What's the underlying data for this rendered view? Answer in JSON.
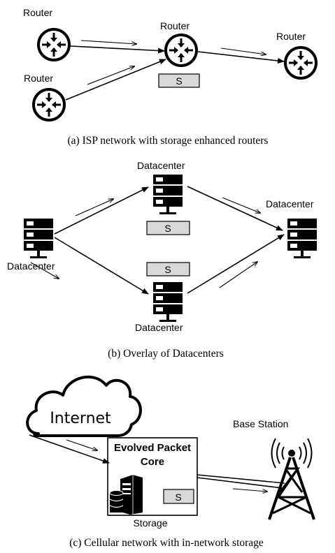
{
  "panel_a": {
    "router_label": "Router",
    "storage_label": "S",
    "caption": "(a) ISP network with storage enhanced routers"
  },
  "panel_b": {
    "datacenter_label": "Datacenter",
    "storage_label": "S",
    "caption": "(b) Overlay of Datacenters"
  },
  "panel_c": {
    "cloud_label": "Internet",
    "epc_line1": "Evolved Packet",
    "epc_line2": "Core",
    "storage_box_label": "S",
    "storage_label": "Storage",
    "base_station_label": "Base Station",
    "caption": "(c) Cellular network with in-network storage"
  },
  "icons": [
    "router-icon",
    "server-rack-icon",
    "cloud-icon",
    "cell-tower-icon",
    "database-icon"
  ]
}
